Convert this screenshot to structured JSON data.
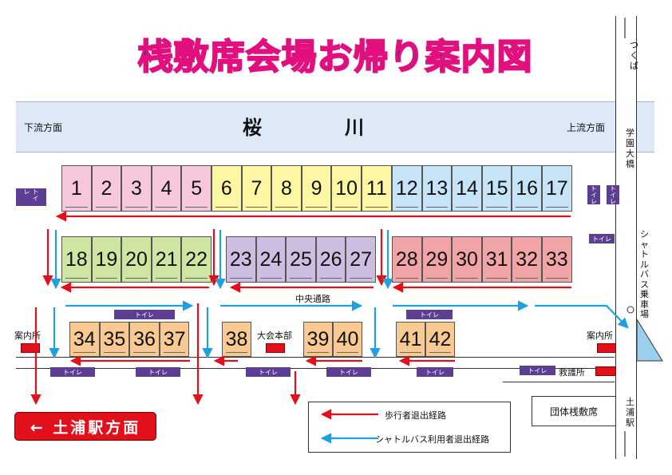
{
  "title": "桟敷席会場お帰り案内図",
  "river": {
    "name": "桜　川",
    "downstream": "下流方面",
    "upstream": "上流方面"
  },
  "road_right": {
    "north": "つくば",
    "bridge": "学園大橋",
    "south": "土浦駅",
    "shuttle_stop": "シャトルバス乗車場"
  },
  "central_path": "中央通路",
  "headquarters": "大会本部",
  "info_left": "案内所",
  "info_right": "案内所",
  "first_aid": "救護所",
  "group_seats": "団体桟敷席",
  "toilet_label": "トイレ",
  "station_sign": "← 土浦駅方面",
  "legend": {
    "walk": "歩行者退出経路",
    "shuttle": "シャトルバス利用者退出経路"
  },
  "colors": {
    "pink": "#f7c7dc",
    "yellow": "#fdf7a4",
    "blue": "#c6e3f7",
    "green": "#cfe6a2",
    "purple": "#cdbde0",
    "red": "#f1a4a6",
    "orange": "#f9c992",
    "red_arrow": "#e1101b",
    "blue_arrow": "#20a0e0"
  },
  "blocks": {
    "row1_pink": [
      "1",
      "2",
      "3",
      "4",
      "5"
    ],
    "row1_yellow": [
      "6",
      "7",
      "8",
      "9",
      "10",
      "11"
    ],
    "row1_blue": [
      "12",
      "13",
      "14",
      "15",
      "16",
      "17"
    ],
    "row2_green": [
      "18",
      "19",
      "20",
      "21",
      "22"
    ],
    "row2_purple": [
      "23",
      "24",
      "25",
      "26",
      "27"
    ],
    "row2_red": [
      "28",
      "29",
      "30",
      "31",
      "32",
      "33"
    ],
    "row3_a": [
      "34",
      "35",
      "36",
      "37"
    ],
    "row3_b": [
      "38"
    ],
    "row3_c": [
      "39",
      "40"
    ],
    "row3_d": [
      "41",
      "42"
    ]
  }
}
